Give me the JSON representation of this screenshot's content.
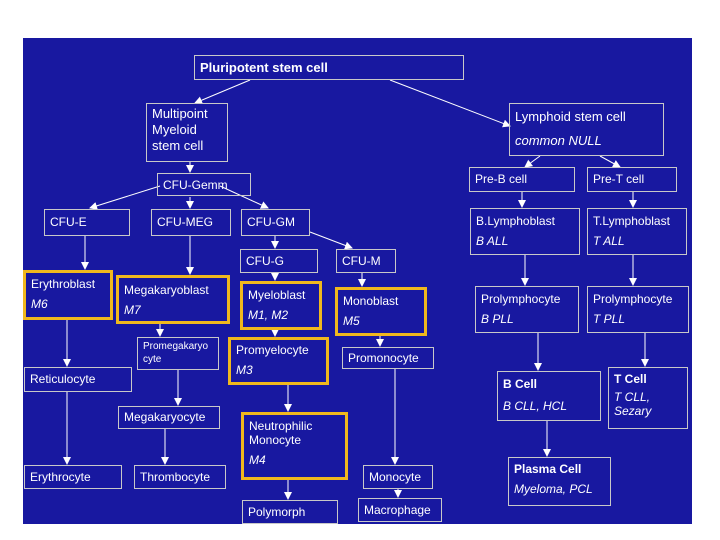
{
  "nodes": {
    "pluripotent": {
      "label": "Pluripotent stem cell"
    },
    "myeloid_stem": {
      "label": "Multipoint Myeloid stem cell"
    },
    "lymphoid_stem": {
      "label": "Lymphoid stem cell",
      "sub": "common NULL"
    },
    "cfu_gemm": {
      "label": "CFU-Gemm"
    },
    "pre_b": {
      "label": "Pre-B cell"
    },
    "pre_t": {
      "label": "Pre-T cell"
    },
    "cfu_e": {
      "label": "CFU-E"
    },
    "cfu_meg": {
      "label": "CFU-MEG"
    },
    "cfu_gm": {
      "label": "CFU-GM"
    },
    "b_lymphoblast": {
      "label": "B.Lymphoblast",
      "sub": "B ALL"
    },
    "t_lymphoblast": {
      "label": "T.Lymphoblast",
      "sub": "T ALL"
    },
    "cfu_g": {
      "label": "CFU-G"
    },
    "cfu_m": {
      "label": "CFU-M"
    },
    "erythroblast": {
      "label": "Erythroblast",
      "sub": "M6"
    },
    "megakaryoblast": {
      "label": "Megakaryoblast",
      "sub": "M7"
    },
    "myeloblast": {
      "label": "Myeloblast",
      "sub": "M1, M2"
    },
    "monoblast": {
      "label": "Monoblast",
      "sub": "M5"
    },
    "b_prolymphocyte": {
      "label": "Prolymphocyte",
      "sub": "B PLL"
    },
    "t_prolymphocyte": {
      "label": "Prolymphocyte",
      "sub": "T PLL"
    },
    "promegakaryocyte": {
      "label": "Promegakaryo cyte"
    },
    "promyelocyte": {
      "label": "Promyelocyte",
      "sub": "M3"
    },
    "promonocyte": {
      "label": "Promonocyte"
    },
    "reticulocyte": {
      "label": "Reticulocyte"
    },
    "b_cell": {
      "label": "B Cell",
      "sub": "B CLL, HCL"
    },
    "t_cell": {
      "label": "T Cell",
      "sub": "T CLL, Sezary"
    },
    "megakaryocyte": {
      "label": "Megakaryocyte"
    },
    "neutrophilic_monocyte": {
      "label": "Neutrophilic Monocyte",
      "sub": "M4"
    },
    "erythrocyte": {
      "label": "Erythrocyte"
    },
    "thrombocyte": {
      "label": "Thrombocyte"
    },
    "monocyte": {
      "label": "Monocyte"
    },
    "plasma_cell": {
      "label": "Plasma Cell",
      "sub": "Myeloma, PCL"
    },
    "polymorph": {
      "label": "Polymorph"
    },
    "macrophage": {
      "label": "Macrophage"
    }
  },
  "colors": {
    "background": "#1818a0",
    "box_border": "#c8c8c8",
    "highlight_border": "#f0b81e",
    "text": "#ffffff"
  }
}
